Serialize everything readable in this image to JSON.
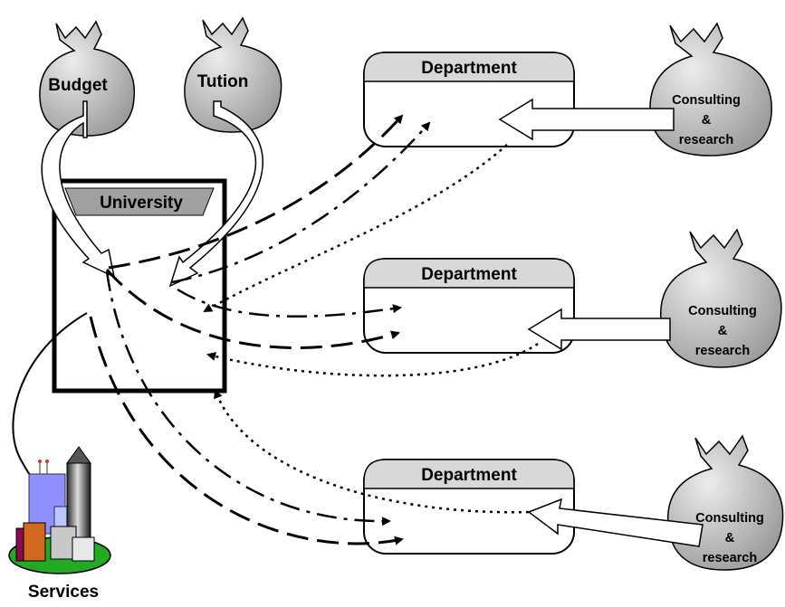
{
  "sources": {
    "budget": "Budget",
    "tuition": "Tution"
  },
  "university": {
    "title": "University"
  },
  "departments": [
    {
      "title": "Department",
      "consulting": [
        "Consulting",
        "&",
        "research"
      ]
    },
    {
      "title": "Department",
      "consulting": [
        "Consulting",
        "&",
        "research"
      ]
    },
    {
      "title": "Department",
      "consulting": [
        "Consulting",
        "&",
        "research"
      ]
    }
  ],
  "services": {
    "label": "Services"
  },
  "colors": {
    "bag_gray": "#b4b4b4",
    "header_gray": "#a0a0a0",
    "outline": "#000000",
    "services_green": "#22aa22",
    "services_blue": "#8f8fff",
    "services_orange": "#d2691e",
    "services_purple": "#8b0a50"
  }
}
